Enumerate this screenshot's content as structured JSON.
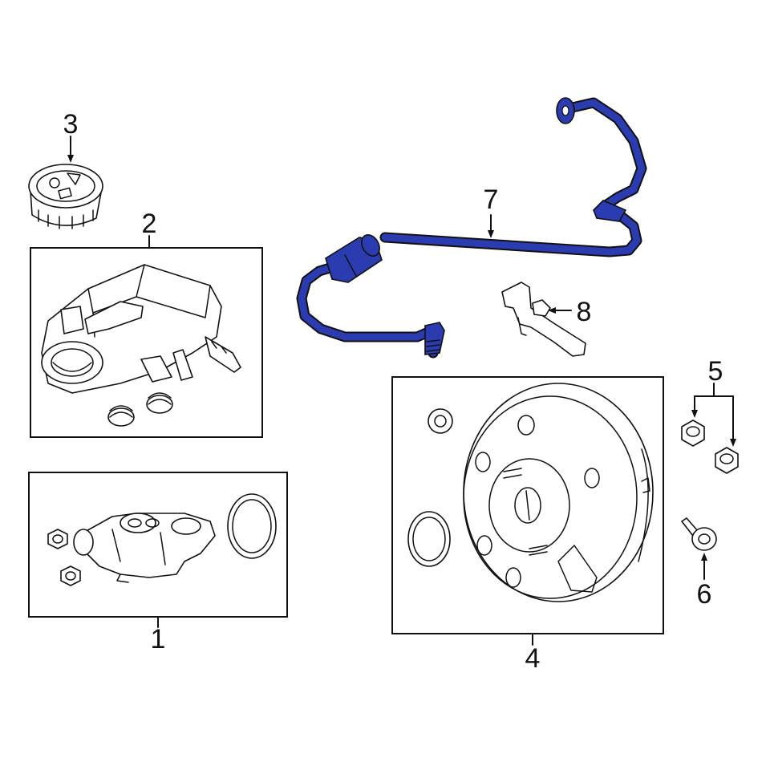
{
  "diagram": {
    "highlight_color": "#2b3bb0",
    "line_color": "#111111",
    "background": "#ffffff",
    "callouts": {
      "c1": "1",
      "c2": "2",
      "c3": "3",
      "c4": "4",
      "c5": "5",
      "c6": "6",
      "c7": "7",
      "c8": "8"
    }
  }
}
